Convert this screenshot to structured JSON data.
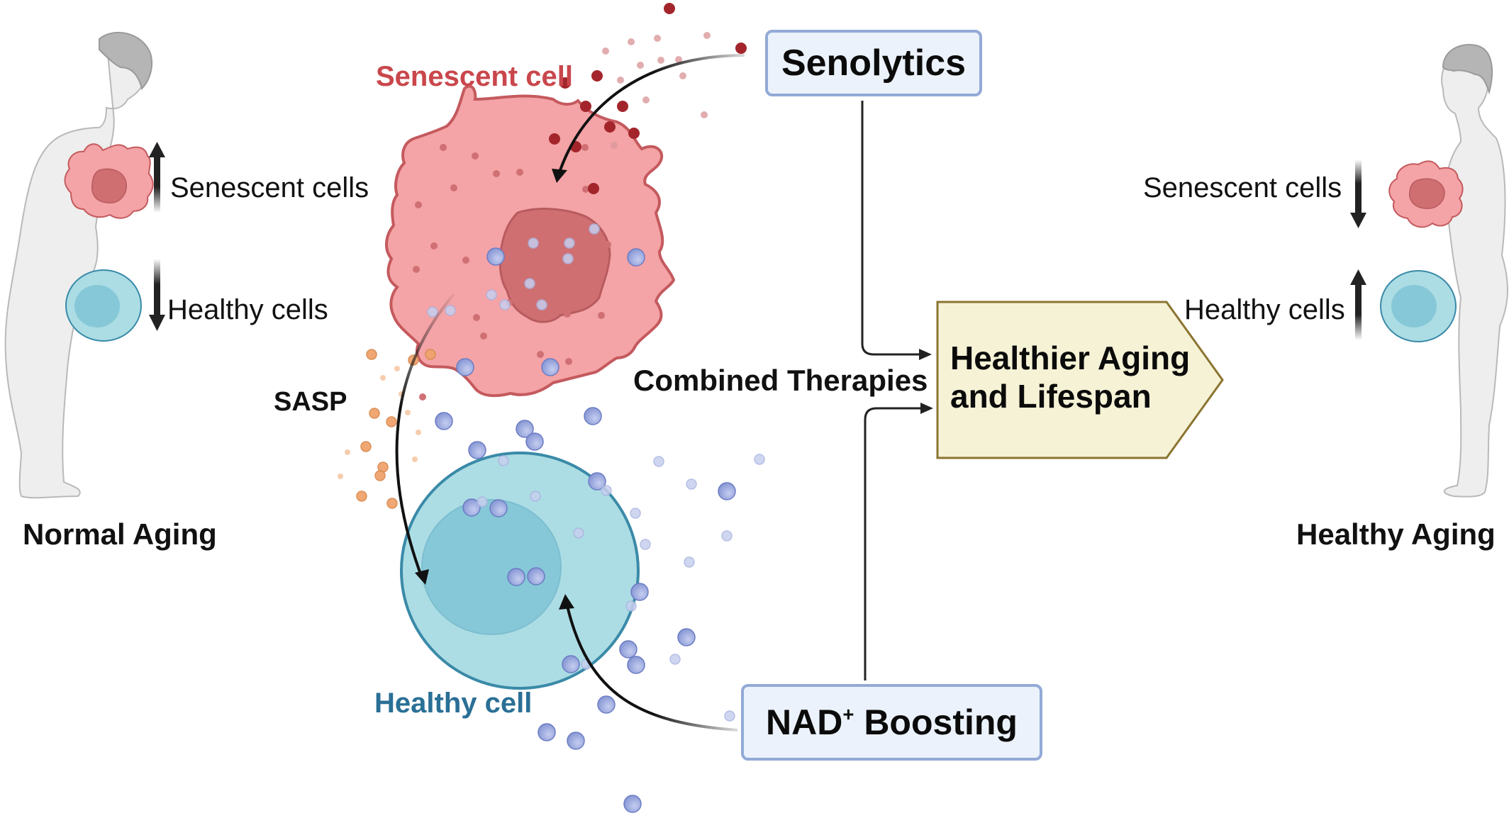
{
  "figure": {
    "left_panel": {
      "title": "Normal Aging",
      "senescent_label": "Senescent cells",
      "senescent_trend": "up",
      "healthy_label": "Healthy cells",
      "healthy_trend": "down"
    },
    "right_panel": {
      "title": "Healthy Aging",
      "senescent_label": "Senescent cells",
      "senescent_trend": "down",
      "healthy_label": "Healthy cells",
      "healthy_trend": "up"
    },
    "center": {
      "senescent_cell_label": "Senescent cell",
      "healthy_cell_label": "Healthy cell",
      "sasp_label": "SASP",
      "combined_label": "Combined Therapies"
    },
    "interventions": {
      "senolytics": "Senolytics",
      "nad_prefix": "NAD",
      "nad_sup": "+",
      "nad_suffix": " Boosting"
    },
    "outcome": {
      "line1": "Healthier Aging",
      "line2": "and Lifespan"
    },
    "colors": {
      "senescent_fill": "#f4a3a6",
      "senescent_stroke": "#c45a5e",
      "senescent_nucleus": "#cf6f72",
      "senescent_text": "#c9474c",
      "healthy_fill": "#acdde4",
      "healthy_stroke": "#3a8aa8",
      "healthy_nucleus": "#86c8d8",
      "healthy_text": "#2a6f96",
      "nad_particle": "#9aa8dc",
      "senolytic_particle": "#a3252b",
      "sasp_particle": "#f0a36c",
      "box_fill": "#ebf2fb",
      "box_stroke": "#93aad6",
      "outcome_fill": "#f5f2d6",
      "outcome_stroke": "#8c7430"
    }
  }
}
